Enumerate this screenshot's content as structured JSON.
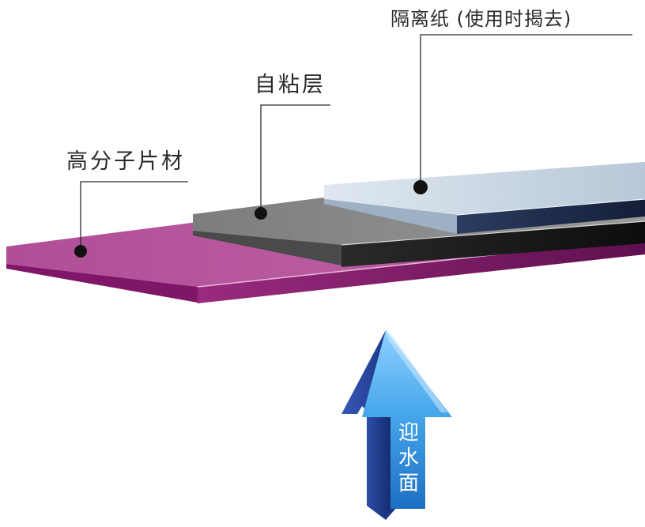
{
  "diagram": {
    "layers": [
      {
        "id": "polymer-sheet",
        "label": "高分子片材",
        "top_color": "#b5549b",
        "front_color": "#8a1e6f"
      },
      {
        "id": "adhesive-layer",
        "label": "自粘层",
        "top_color": "#8c8c8c",
        "front_color": "#1a1a1a"
      },
      {
        "id": "release-paper",
        "label": "隔离纸 (使用时揭去)",
        "top_color": "#c9d6e2",
        "front_color": "#1f2d4d"
      }
    ],
    "arrow": {
      "label_chars": [
        "迎",
        "水",
        "面"
      ],
      "color_light": "#5cb7f2",
      "color_dark": "#1b3f96"
    }
  }
}
